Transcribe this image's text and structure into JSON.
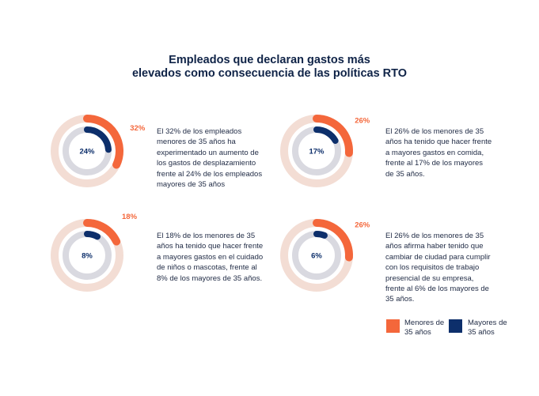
{
  "title_line1": "Empleados que declaran gastos más",
  "title_line2": "elevados como consecuencia de las políticas RTO",
  "colors": {
    "under35": "#f4673b",
    "under35_track": "#f3ddd4",
    "over35": "#0d2f6b",
    "over35_track": "#d9d9e0"
  },
  "chart_data": {
    "type": "donut",
    "title": "Empleados que declaran gastos más elevados como consecuencia de las políticas RTO",
    "legend": [
      {
        "name": "Menores de 35 años",
        "line1": "Menores de",
        "line2": "35 años"
      },
      {
        "name": "Mayores de 35 años",
        "line1": "Mayores de",
        "line2": "35 años"
      }
    ],
    "legend_position": "bottom-right",
    "panels": [
      {
        "under35": 32,
        "over35": 24,
        "under35_label": "32%",
        "over35_label": "24%",
        "description": "El 32% de los empleados menores de 35 años ha experimentado un aumento de los gastos de desplazamiento frente al 24% de los empleados mayores de 35 años"
      },
      {
        "under35": 26,
        "over35": 17,
        "under35_label": "26%",
        "over35_label": "17%",
        "description": "El 26% de los menores de 35 años ha tenido que hacer frente a mayores gastos en comida, frente al 17% de los mayores de 35 años."
      },
      {
        "under35": 18,
        "over35": 8,
        "under35_label": "18%",
        "over35_label": "8%",
        "description": "El 18% de los menores de 35 años ha tenido que hacer frente a mayores gastos en el cuidado de niños o mascotas, frente al 8% de los mayores de 35 años."
      },
      {
        "under35": 26,
        "over35": 6,
        "under35_label": "26%",
        "over35_label": "6%",
        "description": "El 26% de los menores de 35 años afirma haber tenido que cambiar de ciudad para cumplir con los requisitos de trabajo presencial de su empresa, frente al 6% de los mayores de 35 años."
      }
    ]
  }
}
